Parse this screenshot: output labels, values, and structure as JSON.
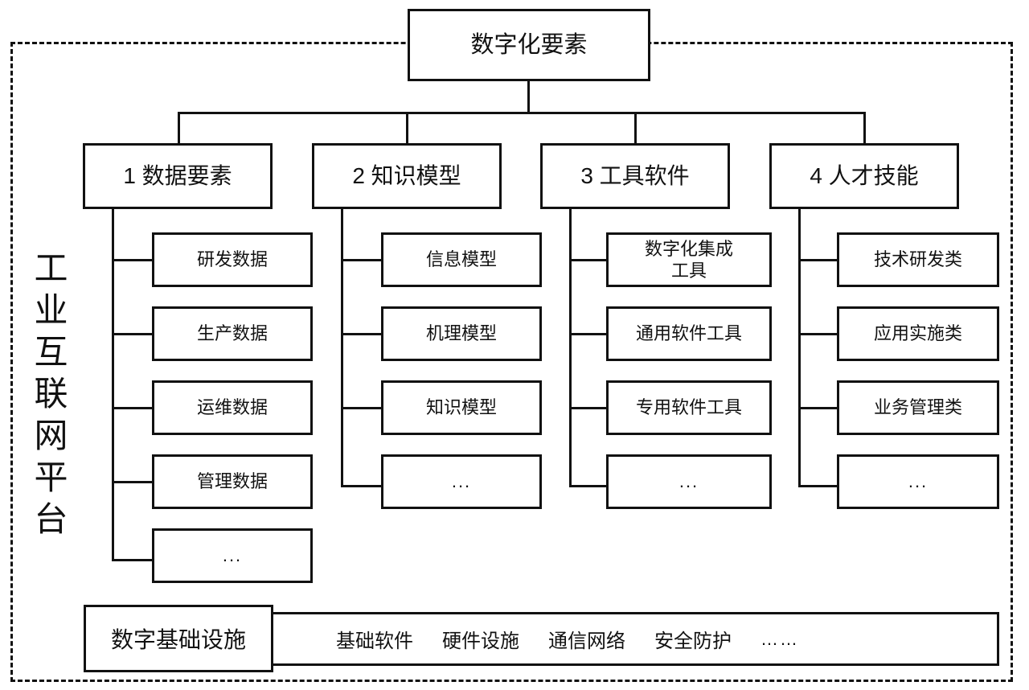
{
  "frame": {
    "platform_label": "工业互联网平台",
    "border_color": "#111111",
    "background": "#ffffff"
  },
  "root": {
    "label": "数字化要素"
  },
  "categories": [
    {
      "label": "1 数据要素",
      "children": [
        {
          "label": "研发数据"
        },
        {
          "label": "生产数据"
        },
        {
          "label": "运维数据"
        },
        {
          "label": "管理数据"
        },
        {
          "label": "..."
        }
      ]
    },
    {
      "label": "2 知识模型",
      "children": [
        {
          "label": "信息模型"
        },
        {
          "label": "机理模型"
        },
        {
          "label": "知识模型"
        },
        {
          "label": "..."
        }
      ]
    },
    {
      "label": "3 工具软件",
      "children": [
        {
          "label": "数字化集成\n工具"
        },
        {
          "label": "通用软件工具"
        },
        {
          "label": "专用软件工具"
        },
        {
          "label": "..."
        }
      ]
    },
    {
      "label": "4 人才技能",
      "children": [
        {
          "label": "技术研发类"
        },
        {
          "label": "应用实施类"
        },
        {
          "label": "业务管理类"
        },
        {
          "label": "..."
        }
      ]
    }
  ],
  "infrastructure": {
    "label": "数字基础设施",
    "items": [
      "基础软件",
      "硬件设施",
      "通信网络",
      "安全防护"
    ],
    "ellipsis": "……"
  }
}
